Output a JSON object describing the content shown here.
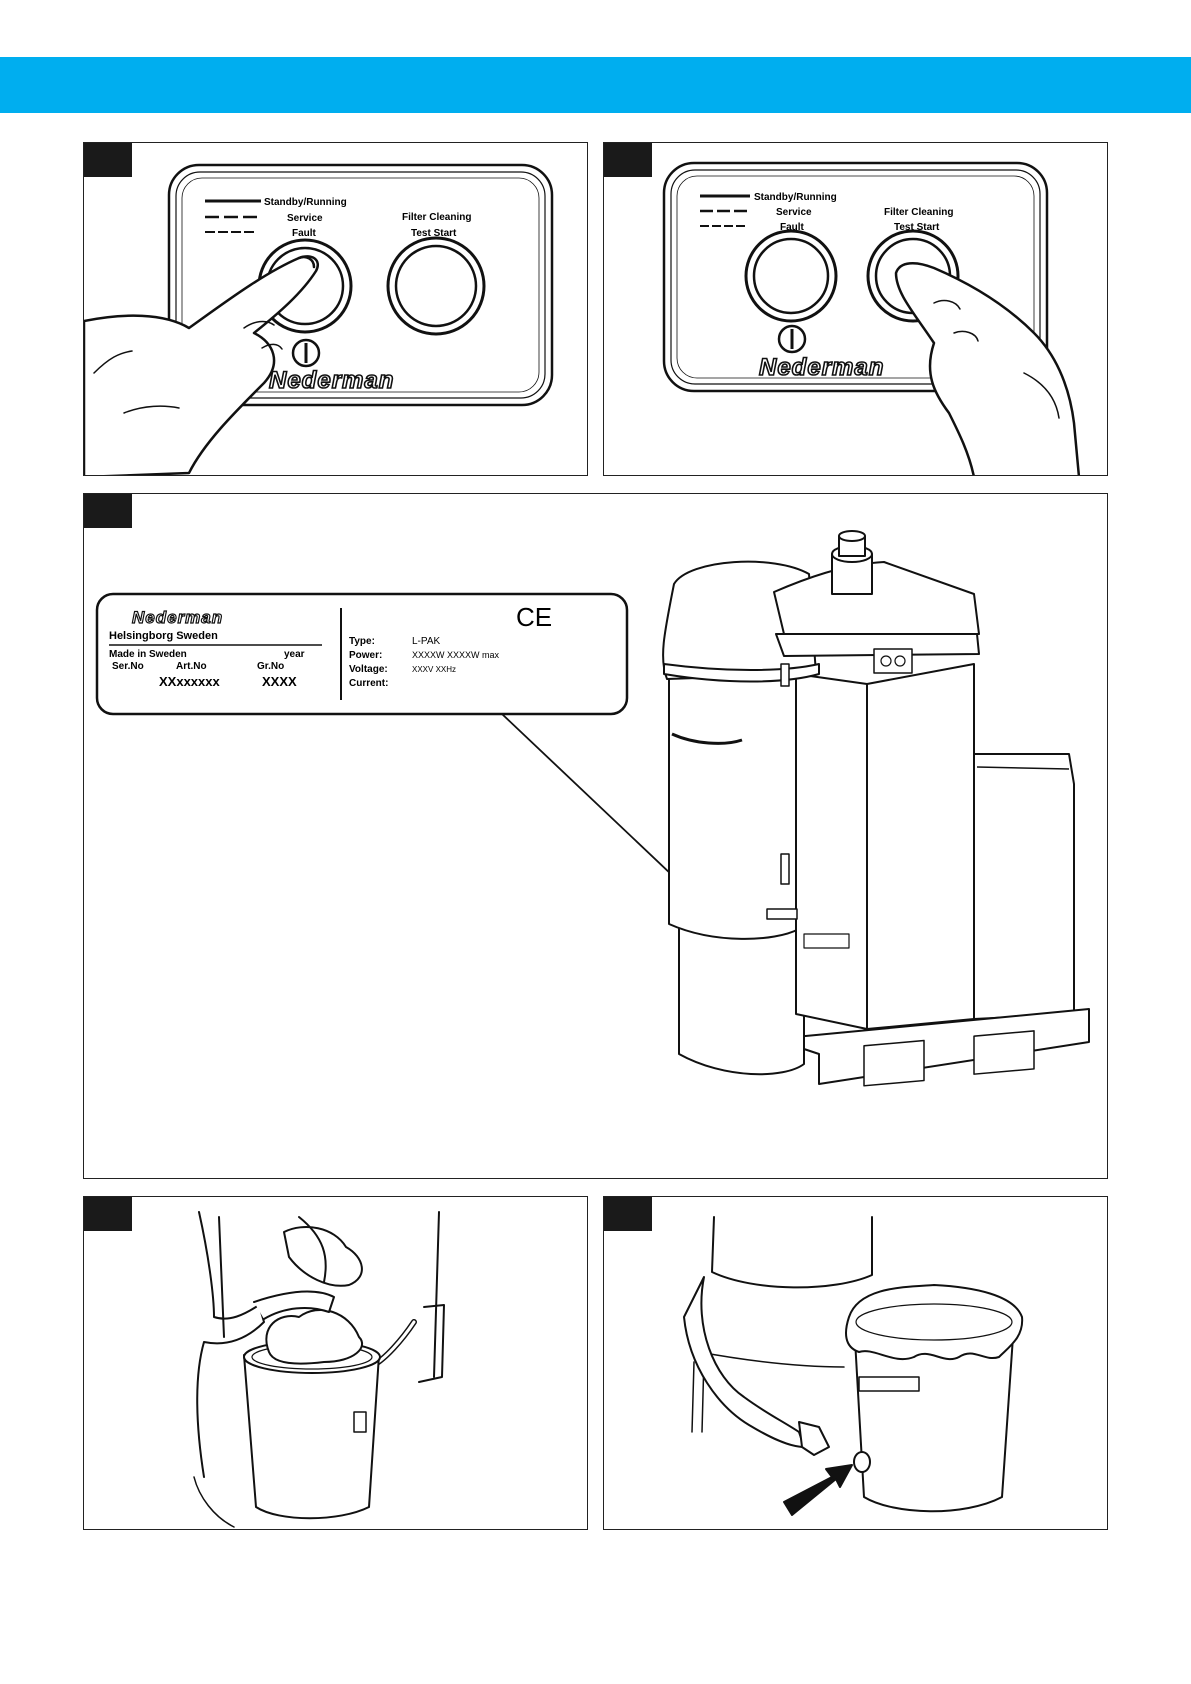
{
  "panels": {
    "p1": {
      "control": {
        "legend": [
          "Standby/Running",
          "Service",
          "Fault"
        ],
        "filter_cleaning": "Filter Cleaning",
        "test_start": "Test Start",
        "brand": "Nederman"
      }
    },
    "p2": {
      "control": {
        "legend": [
          "Standby/Running",
          "Service",
          "Fault"
        ],
        "filter_cleaning": "Filter Cleaning",
        "test_start": "Test Start",
        "brand": "Nederman"
      }
    },
    "p3": {
      "plate": {
        "brand": "Nederman",
        "location": "Helsingborg Sweden",
        "made_in": "Made in Sweden",
        "year": "year",
        "ser_no": "Ser.No",
        "art_no": "Art.No",
        "gr_no": "Gr.No",
        "serial_value": "XXxxxxxx",
        "year_value": "XXXX",
        "ce_mark": "CE",
        "type_label": "Type:",
        "type_value": "L-PAK",
        "power_label": "Power:",
        "power_value": "XXXXW  XXXXW max",
        "voltage_label": "Voltage:",
        "voltage_value": "XXXV  XXHz",
        "current_label": "Current:"
      }
    }
  },
  "colors": {
    "header_bar": "#00aeef",
    "tab": "#1a1a1a",
    "line": "#111111"
  }
}
